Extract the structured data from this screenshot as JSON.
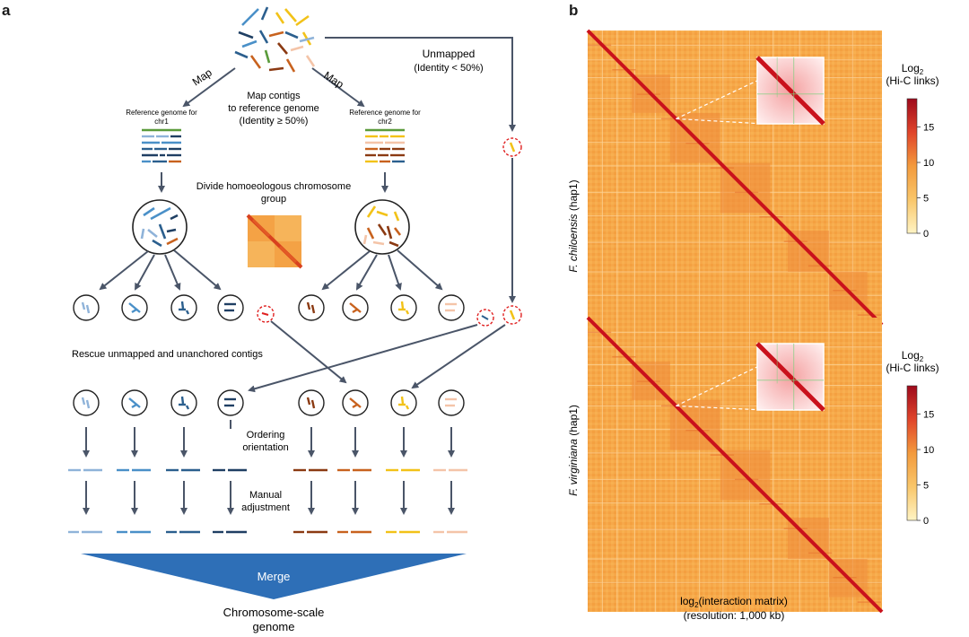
{
  "panel_a": {
    "letter": "a",
    "map_left": "Map",
    "map_right": "Map",
    "map_desc": [
      "Map contigs",
      "to reference genome",
      "(Identity ≥ 50%)"
    ],
    "unmapped": [
      "Unmapped",
      "(Identity < 50%)"
    ],
    "ref_chr1": [
      "Reference genome for",
      "chr1"
    ],
    "ref_chr2": [
      "Reference genome for",
      "chr2"
    ],
    "divide": [
      "Divide homoeologous chromosome",
      "group"
    ],
    "rescue": "Rescue unmapped and unanchored contigs",
    "ordering": [
      "Ordering",
      "orientation"
    ],
    "manual": [
      "Manual",
      "adjustment"
    ],
    "merge": "Merge",
    "result": [
      "Chromosome-scale",
      "genome"
    ]
  },
  "panel_b": {
    "letter": "b",
    "plots": [
      {
        "species": "F. chiloensis",
        "hap": "(hap1)"
      },
      {
        "species": "F. virginiana",
        "hap": "(hap1)"
      }
    ],
    "colorbar": {
      "title": [
        "Log",
        "2",
        "(Hi-C links)"
      ],
      "ticks": [
        "15",
        "10",
        "5",
        "0"
      ],
      "range": [
        0,
        19
      ]
    },
    "xlabel": [
      "log",
      "2",
      "(interaction matrix)"
    ],
    "xlabel2": "(resolution: 1,000 kb)"
  },
  "colors": {
    "blue_light": "#8fb3d9",
    "blue_mid": "#4a90c8",
    "blue_dark": "#2b5f8e",
    "navy": "#1f3f63",
    "brown": "#8b3a12",
    "orange": "#c8621e",
    "yellow": "#f2c218",
    "peach": "#f4c4a8",
    "green": "#5a9b3b",
    "arrow": "#4a5568",
    "red_dash": "#e02020",
    "merge_blue": "#2e6fb7",
    "heat_bg": "#f6a84a",
    "heat_dark": "#c9111c"
  }
}
